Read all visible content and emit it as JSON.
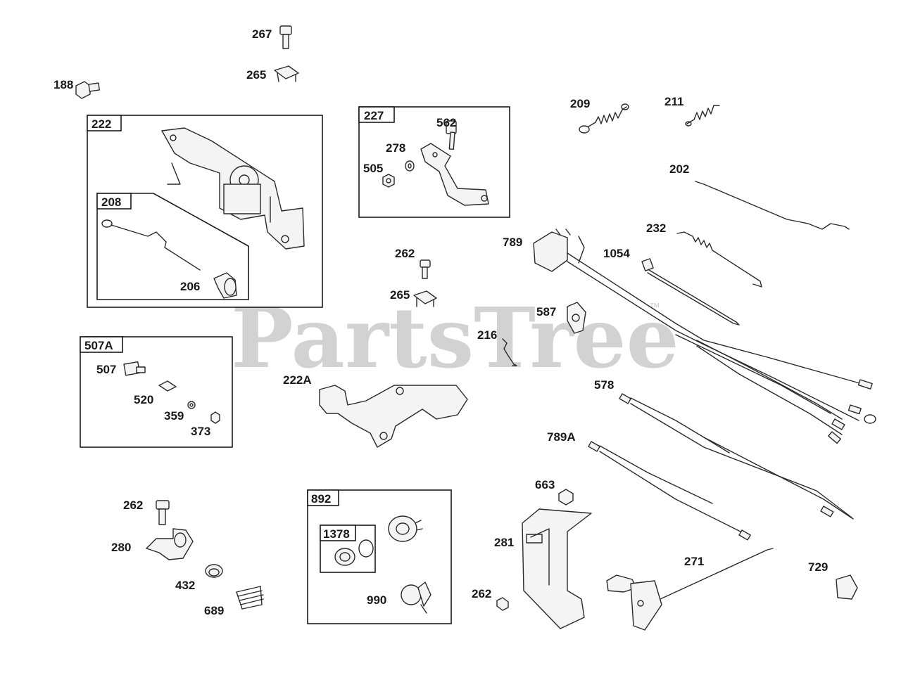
{
  "watermark": {
    "text": "PartsTree",
    "trademark": "™"
  },
  "callouts": {
    "c267": "267",
    "c265a": "265",
    "c188": "188",
    "c206": "206",
    "c562": "562",
    "c278": "278",
    "c505": "505",
    "c209": "209",
    "c211": "211",
    "c202": "202",
    "c232": "232",
    "c789": "789",
    "c1054": "1054",
    "c262a": "262",
    "c265b": "265",
    "c587": "587",
    "c216": "216",
    "c222A": "222A",
    "c507": "507",
    "c520": "520",
    "c359": "359",
    "c373": "373",
    "c578": "578",
    "c789A": "789A",
    "c663": "663",
    "c281": "281",
    "c271": "271",
    "c729": "729",
    "c262b": "262",
    "c280": "280",
    "c432": "432",
    "c689": "689",
    "c990": "990",
    "c262c": "262"
  },
  "boxes": {
    "b222": "222",
    "b208": "208",
    "b227": "227",
    "b507A": "507A",
    "b892": "892",
    "b1378": "1378"
  }
}
